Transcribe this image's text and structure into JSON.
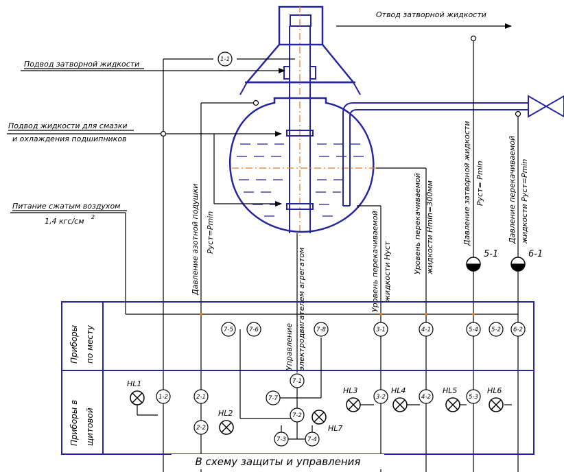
{
  "labels": {
    "outlet_sealing": "Отвод затворной жидкости",
    "inlet_sealing": "Подвод затворной жидкости",
    "inlet_lube_1": "Подвод жидкости для смазки",
    "inlet_lube_2": "и охлаждения подшипников",
    "air_supply_1": "Питание сжатым воздухом",
    "air_supply_2": "1,4 кгс/см",
    "air_supply_sup": "2"
  },
  "vertical_labels": {
    "v1a": "Давление азотной подушки",
    "v1b": "Руст=Pmin",
    "v2a": "Управление",
    "v2b": "электродвигателем агрегатом",
    "v3a": "Уровень перекачиваемой",
    "v3b": "жидкости Нуст",
    "v4a": "Уровень перекачиваемой",
    "v4b": "жидкости Нmin=300мм",
    "v5a": "Давление затворной жидкости",
    "v5b": "Руст= Pmin",
    "v6a": "Давление перекачиваемой",
    "v6b": "жидкости Руст=Pmin"
  },
  "panel": {
    "row1_a": "Приборы",
    "row1_b": "по месту",
    "row2_a": "Приборы в",
    "row2_b": "щитовой"
  },
  "instruments": {
    "i1_1": "1-1",
    "i1_2": "1-2",
    "i2_1": "2-1",
    "i2_2": "2-2",
    "i3_1": "3-1",
    "i3_2": "3-2",
    "i4_1": "4-1",
    "i4_2": "4-2",
    "i5_1": "5-1",
    "i5_2": "5-2",
    "i5_3": "5-3",
    "i5_4": "5-4",
    "i6_1": "6-1",
    "i6_2": "6-2",
    "i7_1": "7-1",
    "i7_2": "7-2",
    "i7_3": "7-3",
    "i7_4": "7-4",
    "i7_5": "7-5",
    "i7_6": "7-6",
    "i7_7": "7-7",
    "i7_8": "7-8"
  },
  "lamps": {
    "hl1": "HL1",
    "hl2": "HL2",
    "hl3": "HL3",
    "hl4": "HL4",
    "hl5": "HL5",
    "hl6": "HL6",
    "hl7": "HL7"
  },
  "bottom_caption": "В схему защиты и управления",
  "colors": {
    "line": "#000000",
    "vessel": "#2525a0",
    "center": "#e07a20",
    "liquid": "#2525a0"
  }
}
